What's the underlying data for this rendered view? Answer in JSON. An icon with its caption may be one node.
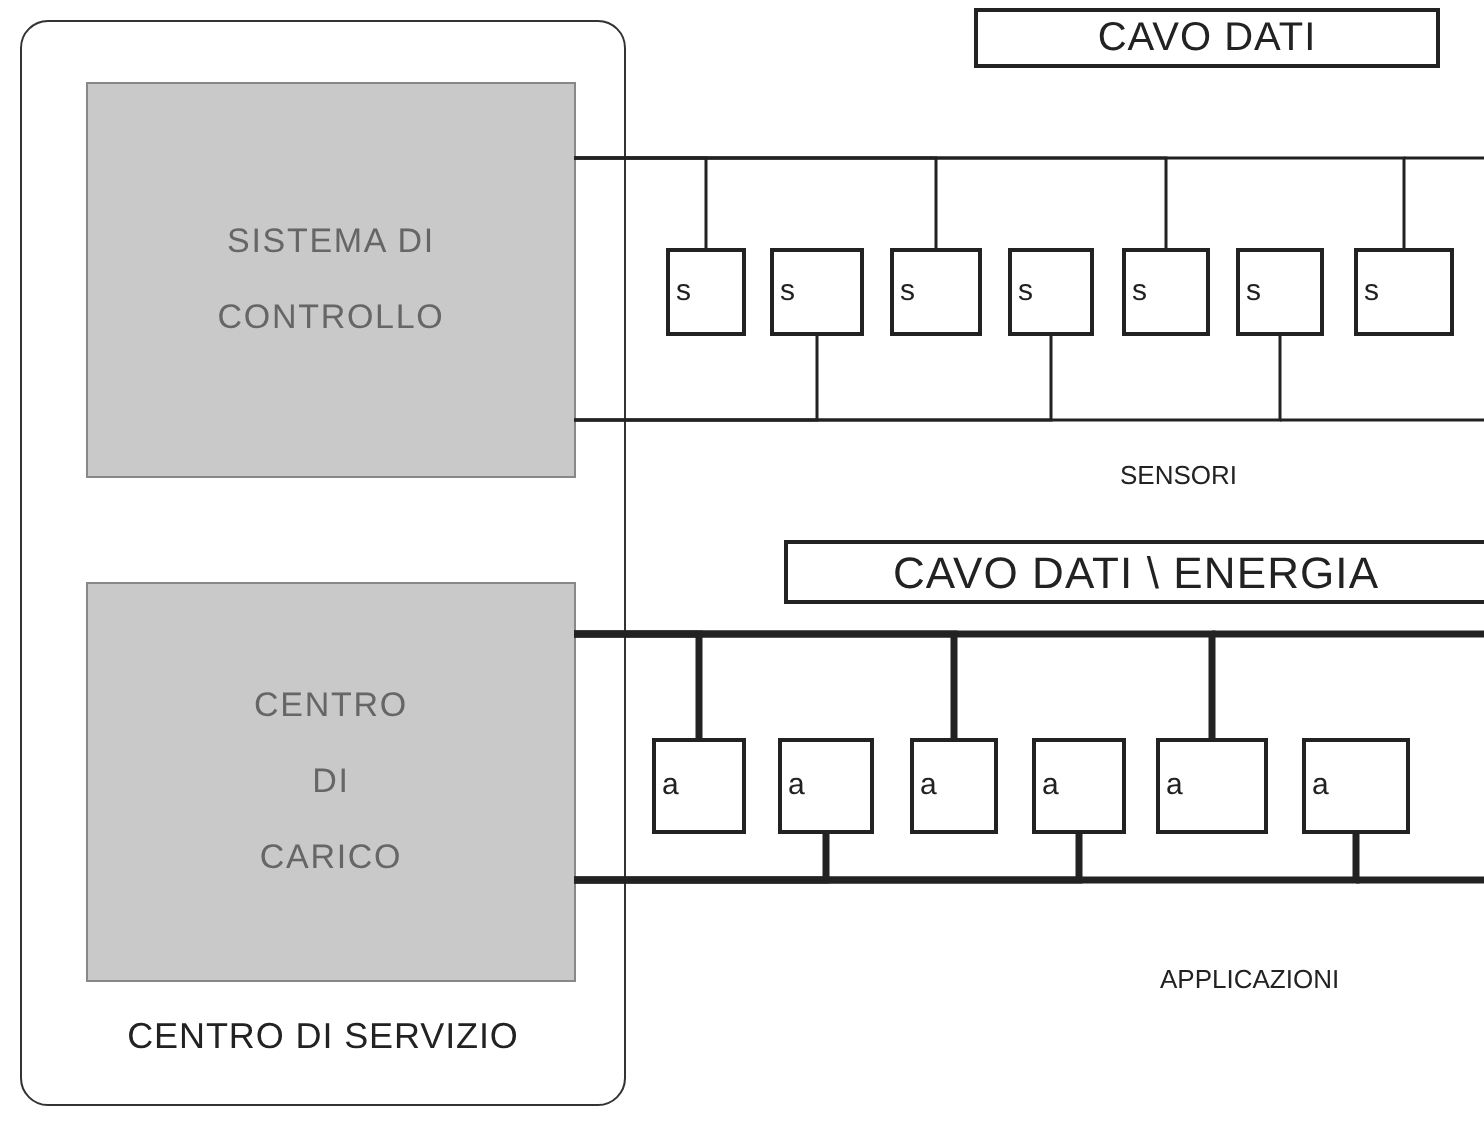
{
  "diagram": {
    "nodes": [
      {
        "text": [
          "CENTRO DI SERVIZIO"
        ]
      },
      {
        "text": [
          "SISTEMA DI CONTROLLO"
        ],
        "in": 0
      },
      {
        "text": [
          "CENTRO DI CARICO"
        ],
        "in": 0
      },
      {
        "text": [
          "CAVO DATI"
        ]
      },
      {
        "text": [
          "s"
        ]
      },
      {
        "text": [
          "s"
        ]
      },
      {
        "text": [
          "s"
        ]
      },
      {
        "text": [
          "s"
        ]
      },
      {
        "text": [
          "s"
        ]
      },
      {
        "text": [
          "s"
        ]
      },
      {
        "text": [
          "s"
        ]
      },
      {
        "text": [
          "CAVO DATI \\ ENERGIA"
        ]
      },
      {
        "text": [
          "a"
        ]
      },
      {
        "text": [
          "a"
        ]
      },
      {
        "text": [
          "a"
        ]
      },
      {
        "text": [
          "a"
        ]
      },
      {
        "text": [
          "a"
        ]
      },
      {
        "text": [
          "a"
        ]
      }
    ],
    "edges": [
      {
        "from": 1,
        "to": 4,
        "arrow": "none"
      },
      {
        "from": 1,
        "to": 6,
        "arrow": "none"
      },
      {
        "from": 1,
        "to": 8,
        "arrow": "none"
      },
      {
        "from": 1,
        "to": 10,
        "arrow": "none"
      },
      {
        "from": 1,
        "to": 5,
        "arrow": "none"
      },
      {
        "from": 1,
        "to": 7,
        "arrow": "none"
      },
      {
        "from": 1,
        "to": 9,
        "arrow": "none"
      },
      {
        "from": 2,
        "to": 12,
        "arrow": "none",
        "style": "thick"
      },
      {
        "from": 2,
        "to": 14,
        "arrow": "none",
        "style": "thick"
      },
      {
        "from": 2,
        "to": 16,
        "arrow": "none",
        "style": "thick"
      },
      {
        "from": 2,
        "to": 13,
        "arrow": "none",
        "style": "thick"
      },
      {
        "from": 2,
        "to": 15,
        "arrow": "none",
        "style": "thick"
      },
      {
        "from": 2,
        "to": 17,
        "arrow": "none",
        "style": "thick"
      }
    ],
    "labels": [
      "SENSORI",
      "APPLICAZIONI"
    ]
  }
}
